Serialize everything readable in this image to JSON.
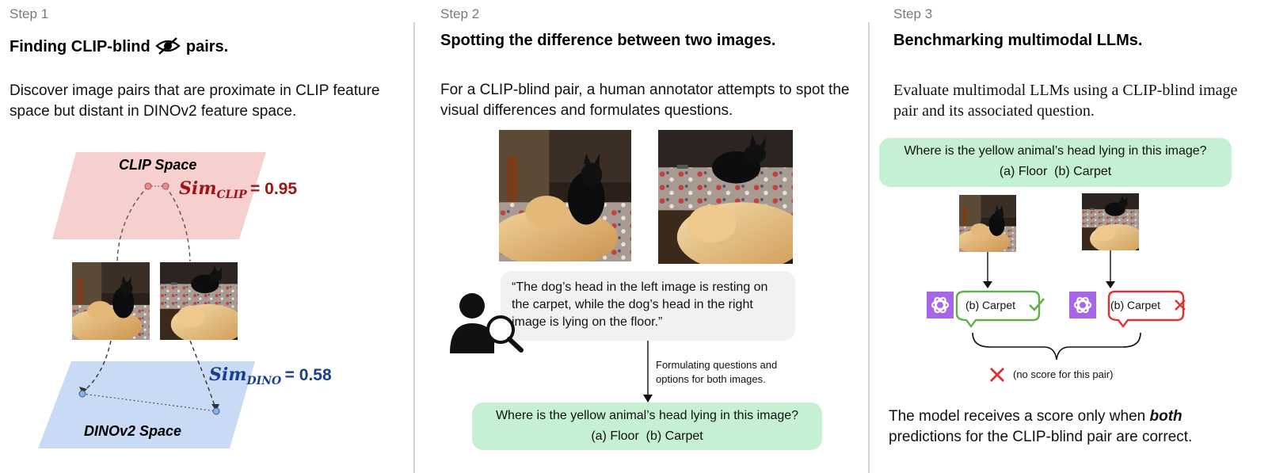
{
  "step1": {
    "label": "Step 1",
    "title_pre": "Finding CLIP-blind",
    "title_post": "pairs.",
    "description": "Discover image pairs that are proximate in CLIP feature space but distant in DINOv2 feature space.",
    "clip_space_label": "CLIP Space",
    "dino_space_label": "DINOv2 Space",
    "sim_clip_name": "Sim",
    "sim_clip_sub": "CLIP",
    "sim_clip_value": "= 0.95",
    "sim_dino_name": "Sim",
    "sim_dino_sub": "DINO",
    "sim_dino_value": "= 0.58",
    "colors": {
      "clip_plane": "#f6cfcf",
      "dino_plane": "#c9daf5",
      "clip_text": "#a11414",
      "dino_text": "#1a3f8f"
    }
  },
  "step2": {
    "label": "Step 2",
    "title": "Spotting the difference between two images.",
    "description": "For a CLIP-blind pair, a human annotator attempts to spot the visual differences and formulates questions.",
    "annotator_quote": "“The dog’s head in the left image is resting on the carpet, while the dog’s head in the right image is lying on the floor.”",
    "arrow_note": "Formulating questions and options for both images.",
    "question": "Where is the yellow animal’s head lying in this image?",
    "options": "(a) Floor  (b) Carpet"
  },
  "step3": {
    "label": "Step 3",
    "title": "Benchmarking multimodal LLMs.",
    "description": "Evaluate multimodal LLMs using a CLIP-blind image pair and its associated question.",
    "question": "Where is the yellow animal’s head lying in this image?",
    "options": "(a) Floor  (b) Carpet",
    "answer_left": "(b) Carpet",
    "answer_right": "(b) Carpet",
    "no_score": "(no score for this pair)",
    "conclusion_pre": "The model receives a score only when ",
    "conclusion_emph": "both",
    "conclusion_post": "predictions for the CLIP-blind pair are correct.",
    "colors": {
      "correct": "#5fb048",
      "wrong": "#e03232",
      "qbox": "#c6f0d3",
      "gpt": "#a766e6"
    }
  }
}
